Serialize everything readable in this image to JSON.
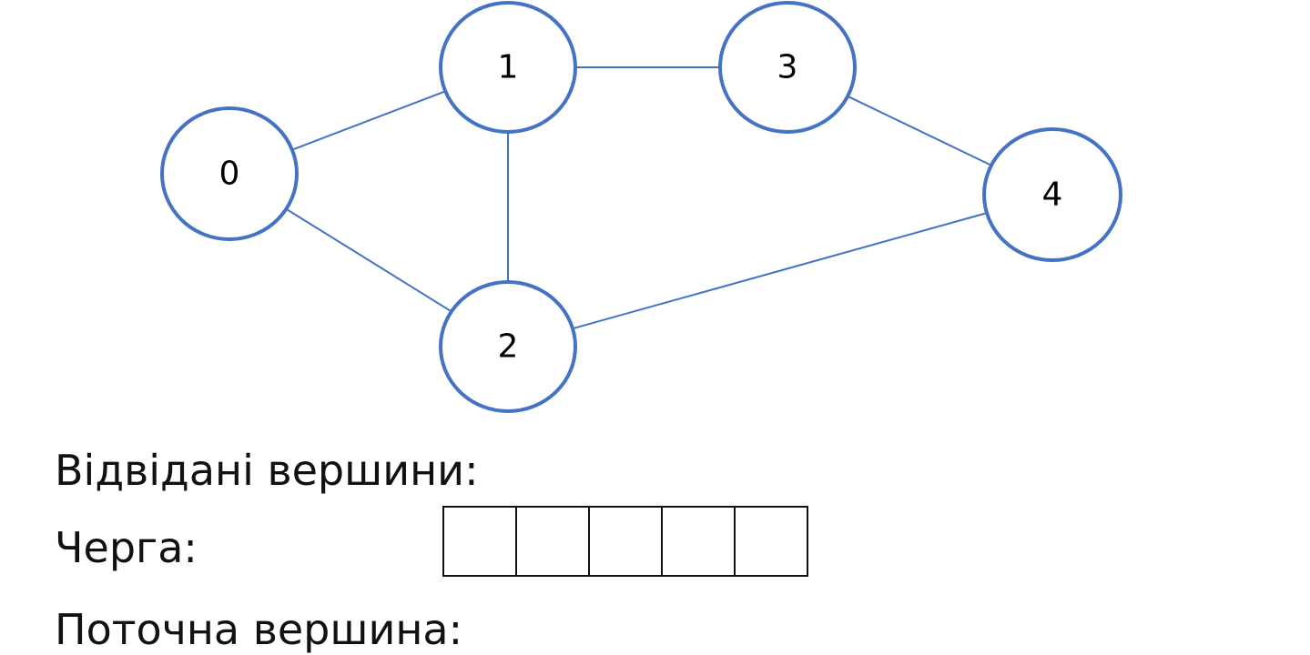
{
  "colors": {
    "node_stroke": "#4472C4",
    "edge_stroke": "#4472C4"
  },
  "graph": {
    "nodes": [
      {
        "id": "0",
        "label": "0"
      },
      {
        "id": "1",
        "label": "1"
      },
      {
        "id": "2",
        "label": "2"
      },
      {
        "id": "3",
        "label": "3"
      },
      {
        "id": "4",
        "label": "4"
      }
    ],
    "edges": [
      {
        "from": "0",
        "to": "1"
      },
      {
        "from": "0",
        "to": "2"
      },
      {
        "from": "1",
        "to": "2"
      },
      {
        "from": "1",
        "to": "3"
      },
      {
        "from": "3",
        "to": "4"
      },
      {
        "from": "2",
        "to": "4"
      }
    ]
  },
  "labels": {
    "visited": "Відвідані вершини:",
    "queue": "Черга:",
    "current": "Поточна вершина:"
  },
  "queue": {
    "cells": [
      "",
      "",
      "",
      "",
      ""
    ]
  }
}
